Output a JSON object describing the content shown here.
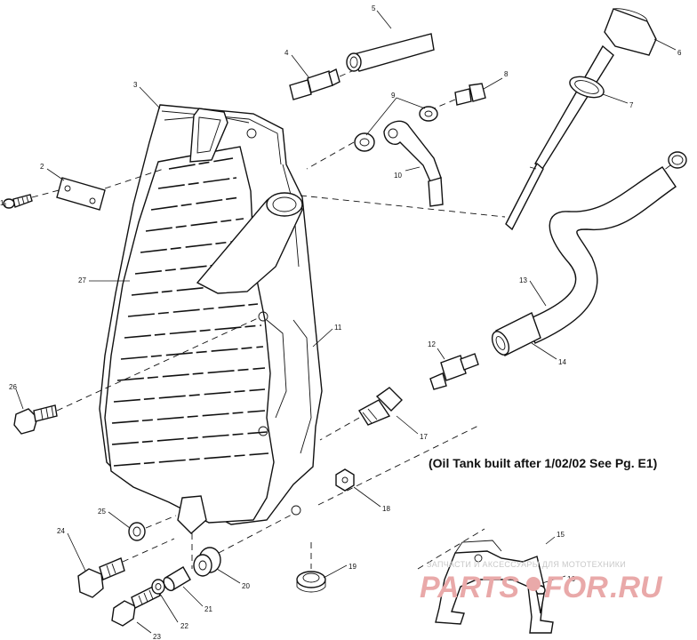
{
  "note": "(Oil Tank built after 1/02/02 See Pg. E1)",
  "callouts": [
    "1",
    "2",
    "3",
    "4",
    "5",
    "6",
    "7",
    "8",
    "9",
    "10",
    "11",
    "12",
    "13",
    "14",
    "15",
    "16",
    "17",
    "18",
    "19",
    "20",
    "21",
    "22",
    "23",
    "24",
    "25",
    "26",
    "27"
  ],
  "watermark": {
    "tagline": "ЗАПЧАСТИ И АКСЕССУАРЫ ДЛЯ МОТОТЕХНИКИ",
    "logo_prefix": "PARTS",
    "logo_middle": "FOR",
    "logo_suffix": ".RU",
    "color": "#e9a9a9"
  }
}
